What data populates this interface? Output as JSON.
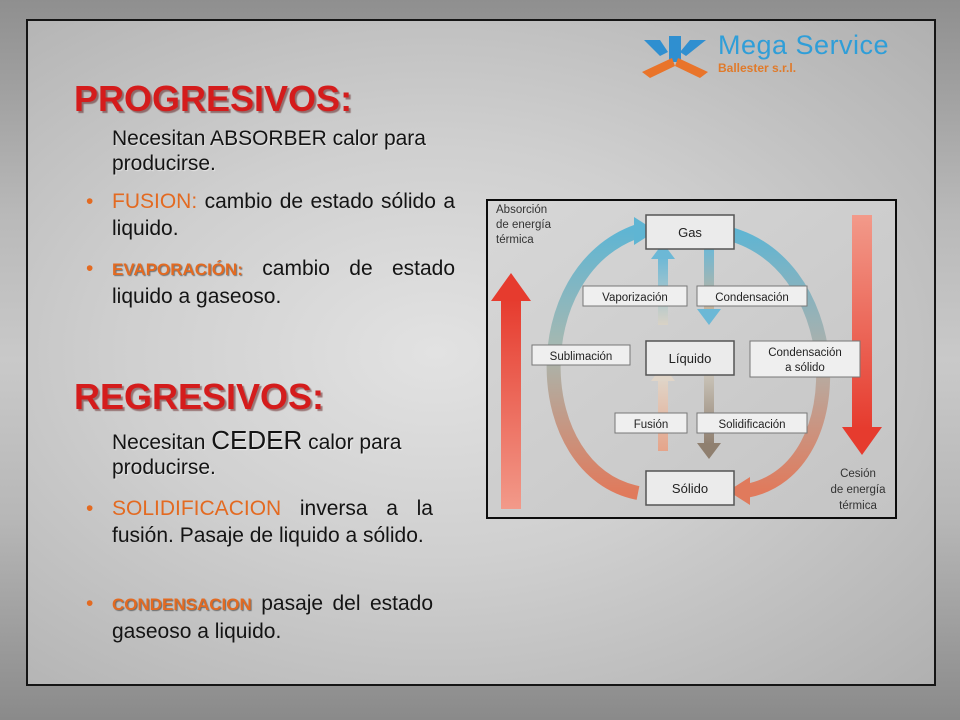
{
  "logo": {
    "name": "Mega Service",
    "subtitle": "Ballester s.r.l."
  },
  "progresivos": {
    "heading": "PROGRESIVOS:",
    "intro": "Necesitan ABSORBER calor para producirse.",
    "items": [
      {
        "term": "FUSION:",
        "text": " cambio de estado sólido a liquido."
      },
      {
        "term": "EVAPORACIÓN:",
        "text": " cambio de estado liquido a gaseoso."
      }
    ]
  },
  "regresivos": {
    "heading": "REGRESIVOS:",
    "intro_before": "Necesitan ",
    "intro_emphasis": "CEDER",
    "intro_after": " calor para producirse.",
    "items": [
      {
        "term": "SOLIDIFICACION",
        "text": " inversa a la fusión. Pasaje de liquido a sólido."
      },
      {
        "term": "CONDENSACION",
        "text": " pasaje del estado gaseoso a liquido."
      }
    ]
  },
  "diagram": {
    "absorption_label": [
      "Absorción",
      "de energía",
      "térmica"
    ],
    "release_label": [
      "Cesión",
      "de energía",
      "térmica"
    ],
    "states": {
      "gas": "Gas",
      "liquid": "Líquido",
      "solid": "Sólido"
    },
    "transitions": {
      "vaporization": "Vaporización",
      "condensation": "Condensación",
      "sublimation": "Sublimación",
      "deposition": [
        "Condensación",
        "a sólido"
      ],
      "fusion": "Fusión",
      "solidification": "Solidificación"
    },
    "colors": {
      "warm": "#e8543a",
      "cool": "#5fb5d3",
      "box_fill": "#ebebeb",
      "box_border": "#777777"
    }
  }
}
